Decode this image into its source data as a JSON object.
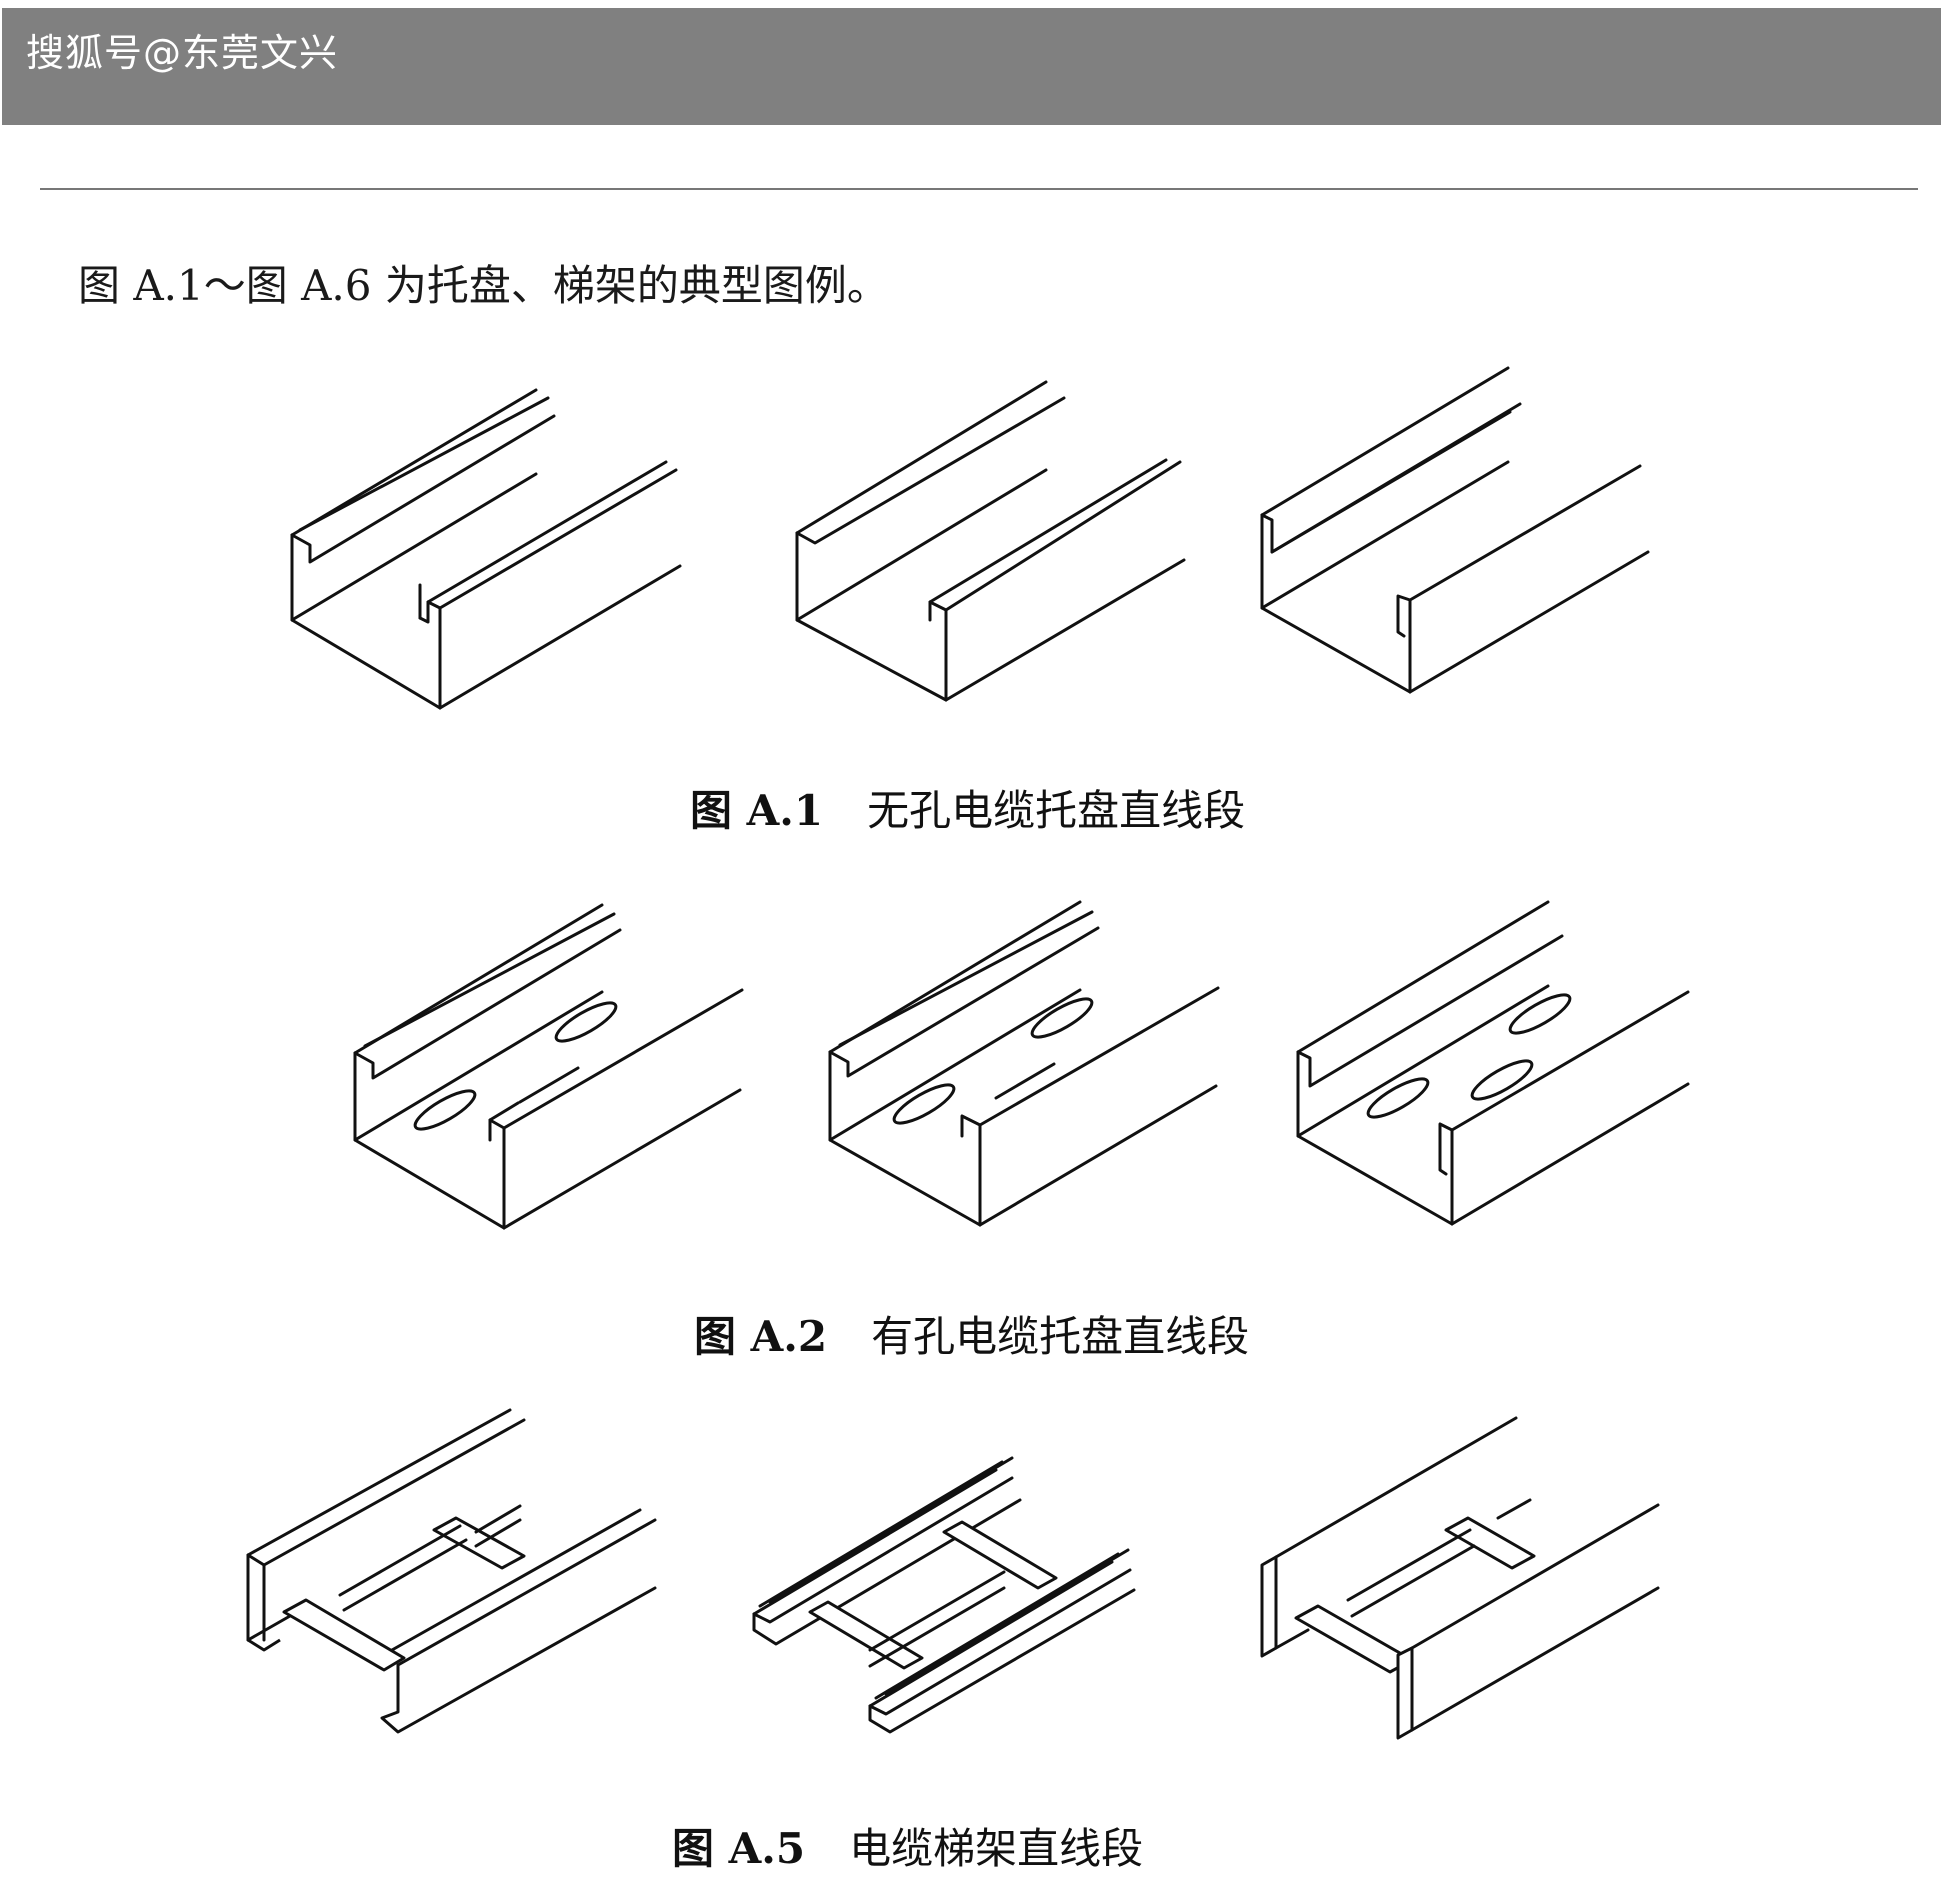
{
  "watermark": {
    "text": "搜狐号@东莞文兴"
  },
  "intro_text": "图 A.1～图 A.6 为托盘、梯架的典型图例。",
  "figures": [
    {
      "number": "图 A.1",
      "title": "无孔电缆托盘直线段"
    },
    {
      "number": "图 A.2",
      "title": "有孔电缆托盘直线段"
    },
    {
      "number": "图 A.5",
      "title": "电缆梯架直线段"
    }
  ]
}
